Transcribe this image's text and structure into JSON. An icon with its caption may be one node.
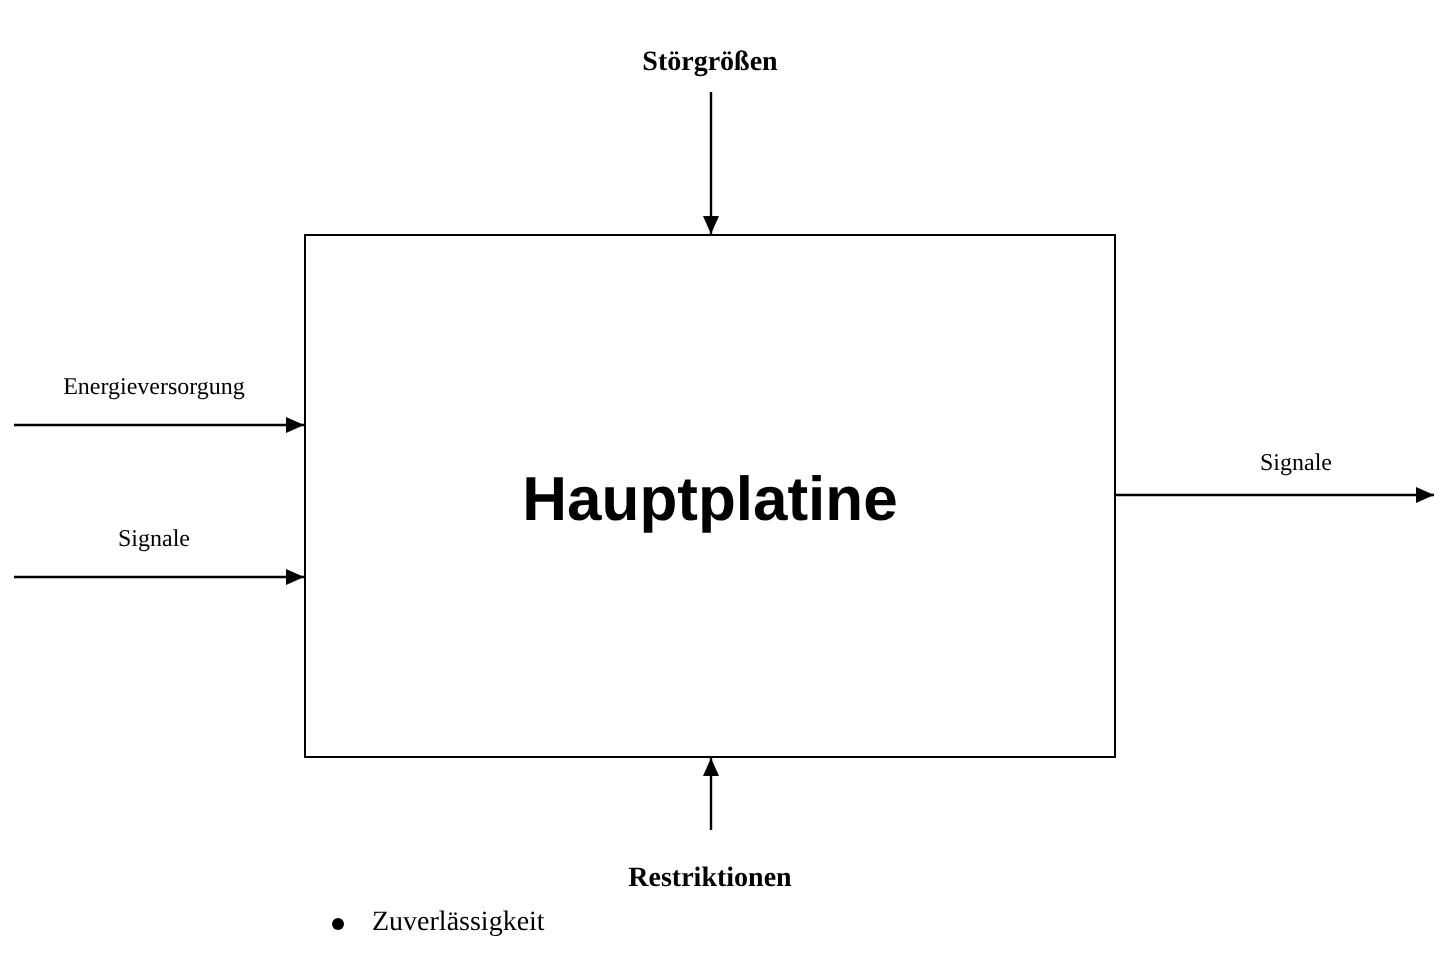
{
  "diagram": {
    "nodes": [
      {
        "text": [
          "Hauptplatine"
        ]
      },
      {
        "text": [
          "Störgrößen"
        ]
      },
      {
        "text": [
          "Restriktionen"
        ]
      }
    ],
    "edges": [
      {
        "from": 1,
        "to": 0,
        "arrow": "to"
      },
      {
        "from": null,
        "to": 0,
        "arrow": "to",
        "label": "Energieversorgung"
      },
      {
        "from": null,
        "to": 0,
        "arrow": "to",
        "label": "Signale"
      },
      {
        "from": 0,
        "to": null,
        "arrow": "to",
        "label": "Signale"
      },
      {
        "from": 2,
        "to": 0,
        "arrow": "to"
      }
    ],
    "labels": [
      "Zuverlässigkeit"
    ]
  }
}
